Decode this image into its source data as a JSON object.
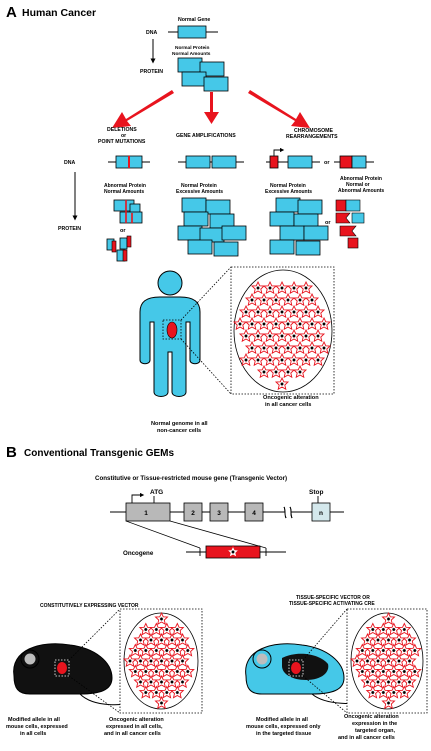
{
  "panel_a": {
    "letter": "A",
    "title": "Human Cancer",
    "dna": "DNA",
    "protein": "PROTEIN",
    "normal_gene": "Normal Gene",
    "normal_protein_1": "Normal Protein",
    "normal_protein_2": "Normal Amounts",
    "col1_h1": "DELETIONS",
    "col1_h2": "or",
    "col1_h3": "POINT MUTATIONS",
    "col2_h": "GENE AMPLIFICATIONS",
    "col3_h1": "CHROMOSOME",
    "col3_h2": "REARRANGEMENTS",
    "or": "or",
    "c1_p1": "Abnormal Protein",
    "c1_p2": "Normal Amounts",
    "c2_p1": "Normal Protein",
    "c2_p2": "Excessive Amounts",
    "c3_p1": "Normal Protein",
    "c3_p2": "Excessive Amounts",
    "c4_p1": "Abnormal Protein",
    "c4_p2": "Normal or",
    "c4_p3": "Abnormal Amounts",
    "body_l1": "Normal genome in all",
    "body_l2": "non-cancer cells",
    "tumor_l1": "Oncogenic alteration",
    "tumor_l2": "in all cancer cells"
  },
  "panel_b": {
    "letter": "B",
    "title": "Conventional Transgenic GEMs",
    "vector_title": "Constitutive or Tissue-restricted mouse gene (Transgenic Vector)",
    "atg": "ATG",
    "stop": "Stop",
    "exon1": "1",
    "exon2": "2",
    "exon3": "3",
    "exon4": "4",
    "exon_n": "n",
    "oncogene": "Oncogene",
    "left_head": "CONSTITUTIVELY EXPRESSING VECTOR",
    "right_head1": "TISSUE-SPECIFIC VECTOR OR",
    "right_head2": "TISSUE-SPECIFIC ACTIVATING CRE",
    "l_mouse1": "Modified allele in all",
    "l_mouse2": "mouse cells, expressed",
    "l_mouse3": "in all cells",
    "l_alt1": "Oncogenic alteration",
    "l_alt2": "expressed in all cells,",
    "l_alt3": "and in all cancer cells",
    "r_mouse1": "Modified allele in all",
    "r_mouse2": "mouse cells, expressed only",
    "r_mouse3": "in the targeted tissue",
    "r_alt1": "Oncogenic alteration",
    "r_alt2": "expression in the",
    "r_alt3": "targeted organ,",
    "r_alt4": "and in all cancer cells"
  },
  "colors": {
    "protein_fill": "#45c8e8",
    "alteration_red": "#e8141e",
    "mouse_black": "#111111",
    "exon_gray": "#b8b8b8"
  }
}
